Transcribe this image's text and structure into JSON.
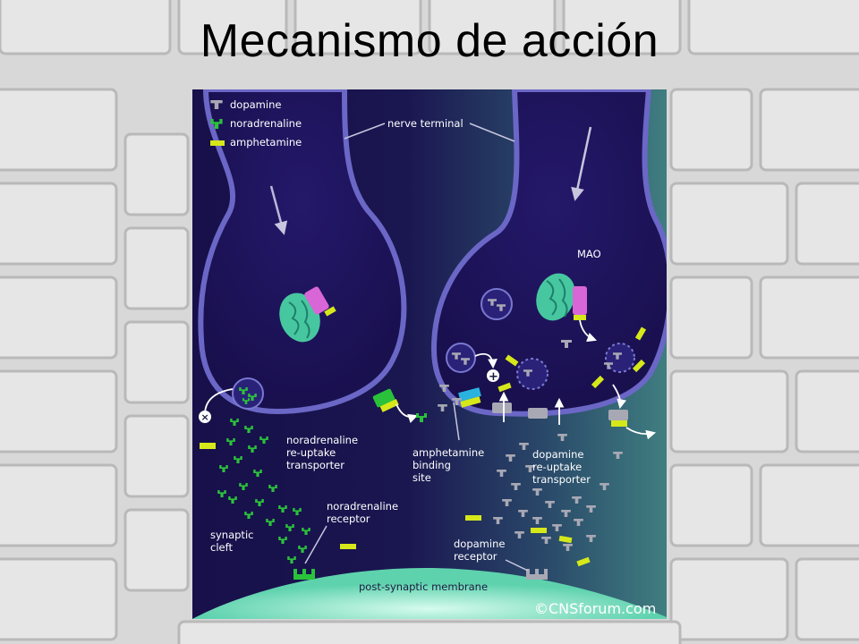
{
  "slide": {
    "title": "Mecanismo de acción"
  },
  "legend": [
    {
      "label": "dopamine",
      "color": "#a8a8b4"
    },
    {
      "label": "noradrenaline",
      "color": "#2bc23b"
    },
    {
      "label": "amphetamine",
      "color": "#d6e81a"
    }
  ],
  "labels": {
    "nerve_terminal": "nerve terminal",
    "mao": "MAO",
    "na_transporter": [
      "noradrenaline",
      "re-uptake",
      "transporter"
    ],
    "amph_site": [
      "amphetamine",
      "binding",
      "site"
    ],
    "da_transporter": [
      "dopamine",
      "re-uptake",
      "transporter"
    ],
    "na_receptor": [
      "noradrenaline",
      "receptor"
    ],
    "cleft": [
      "synaptic",
      "cleft"
    ],
    "da_receptor": [
      "dopamine",
      "receptor"
    ],
    "membrane": "post-synaptic membrane",
    "copyright": "©CNSforum.com"
  },
  "colors": {
    "panel_left": "#16104a",
    "panel_right": "#3e7c80",
    "terminal_fill": "#1b1252",
    "terminal_edge": "#6b67c6",
    "membrane": "#5ed2ad",
    "mitochondria": "#47c7a0",
    "mao": "#d966d6",
    "binding_site": "#2bb3e0"
  }
}
